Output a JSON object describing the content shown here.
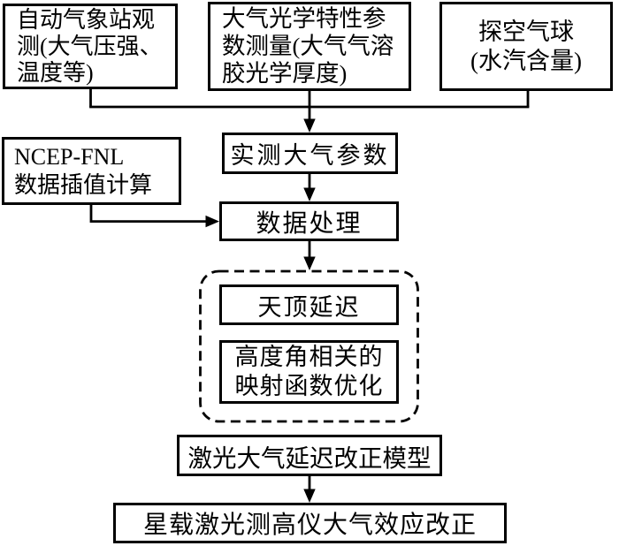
{
  "diagram": {
    "colors": {
      "ink": "#000000",
      "background": "#ffffff"
    },
    "nodes": {
      "station": {
        "lines": [
          "自动气象站观",
          "测(大气压强、",
          "温度等)"
        ]
      },
      "optical": {
        "lines": [
          "大气光学特性参",
          "数测量(大气气溶",
          "胶光学厚度)"
        ]
      },
      "balloon": {
        "lines": [
          "探空气球",
          "(水汽含量)"
        ]
      },
      "measured": {
        "label": "实测大气参数"
      },
      "ncep": {
        "lines": [
          "NCEP-FNL",
          "数据插值计算"
        ]
      },
      "process": {
        "label": "数据处理"
      },
      "zenith": {
        "label": "天顶延迟"
      },
      "mapping": {
        "lines": [
          "高度角相关的",
          "映射函数优化"
        ]
      },
      "model": {
        "label": "激光大气延迟改正模型"
      },
      "final": {
        "label": "星载激光测高仪大气效应改正"
      }
    }
  }
}
